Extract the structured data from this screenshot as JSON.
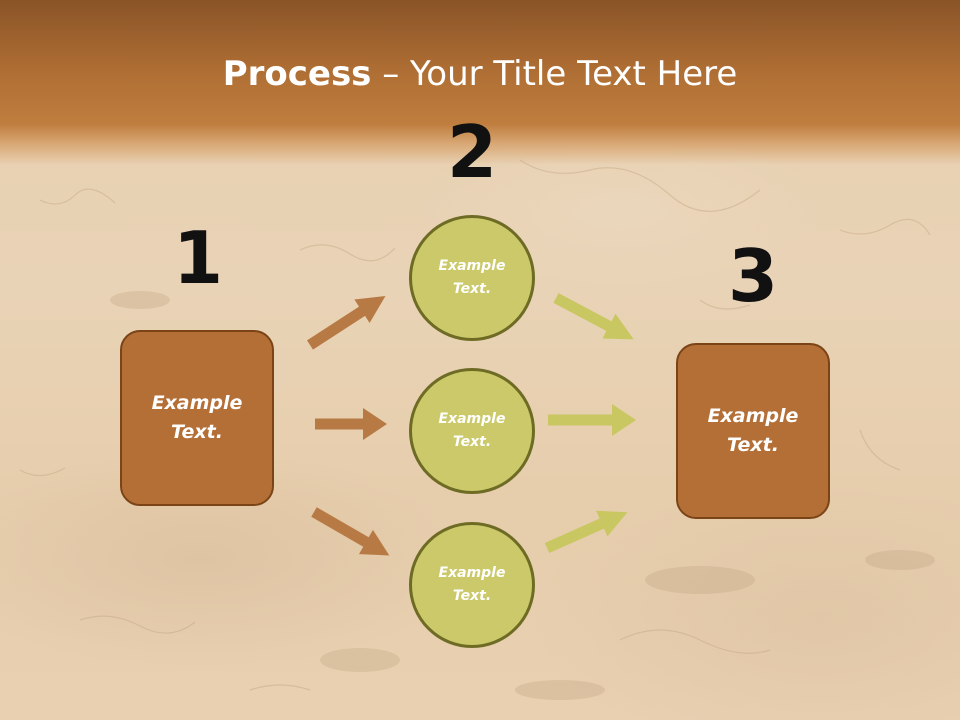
{
  "title": {
    "bold": "Process",
    "rest": " – Your Title Text Here"
  },
  "steps": [
    {
      "number": "1",
      "label": "Example Text."
    },
    {
      "number": "2",
      "labels": [
        "Example Text.",
        "Example Text.",
        "Example Text."
      ]
    },
    {
      "number": "3",
      "label": "Example Text."
    }
  ],
  "colors": {
    "header": "#b06f34",
    "box_fill": "#b46f37",
    "box_border": "#7a4417",
    "circle_fill": "#cbc96a",
    "circle_border": "#6e6c24",
    "arrow_left": "#b87a45",
    "arrow_right": "#c9c761"
  },
  "arrows": [
    {
      "from": "step-1",
      "to": "step-2-top"
    },
    {
      "from": "step-1",
      "to": "step-2-middle"
    },
    {
      "from": "step-1",
      "to": "step-2-bottom"
    },
    {
      "from": "step-2-top",
      "to": "step-3"
    },
    {
      "from": "step-2-middle",
      "to": "step-3"
    },
    {
      "from": "step-2-bottom",
      "to": "step-3"
    }
  ]
}
